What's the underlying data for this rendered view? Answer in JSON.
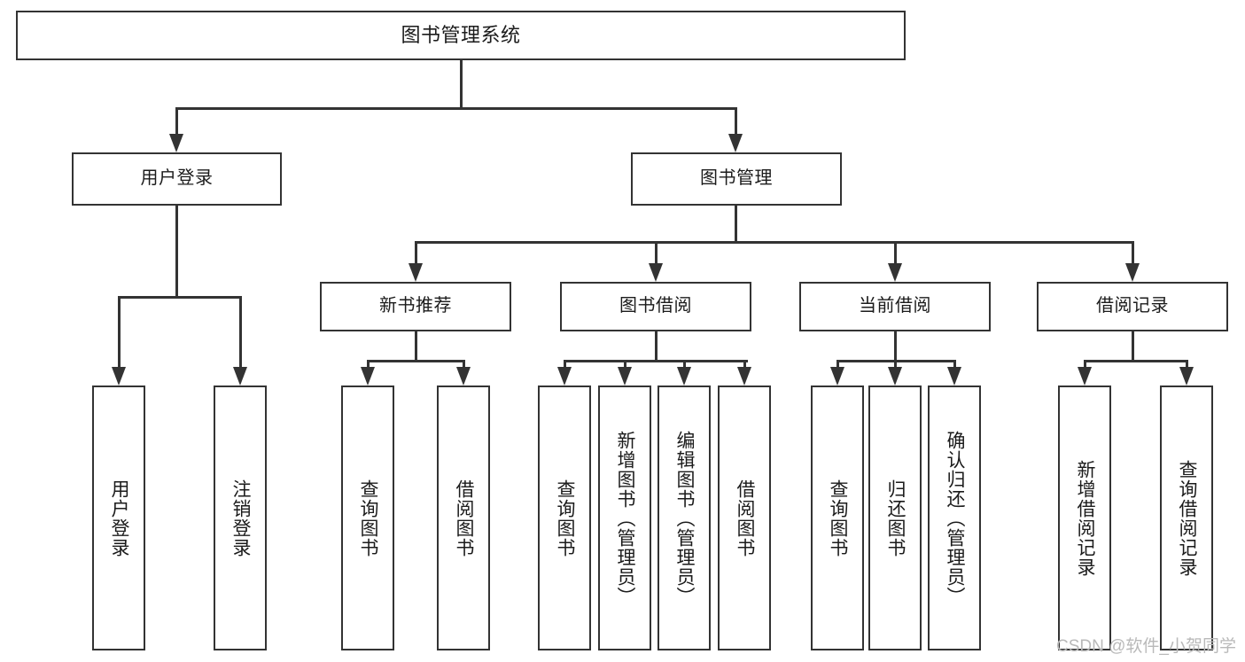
{
  "diagram": {
    "type": "tree-hierarchy-chart",
    "orientation": "top-down",
    "line_color": "#333333",
    "box_fill": "#ffffff",
    "text_color": "#1b1b1b"
  },
  "root": {
    "label": "图书管理系统"
  },
  "level1": [
    {
      "label": "用户登录"
    },
    {
      "label": "图书管理"
    }
  ],
  "level2": [
    {
      "label": "新书推荐"
    },
    {
      "label": "图书借阅"
    },
    {
      "label": "当前借阅"
    },
    {
      "label": "借阅记录"
    }
  ],
  "leaves": {
    "user_login": [
      {
        "label": "用户登录"
      },
      {
        "label": "注销登录"
      }
    ],
    "new_book_recommend": [
      {
        "label": "查询图书"
      },
      {
        "label": "借阅图书"
      }
    ],
    "book_borrow": [
      {
        "label": "查询图书"
      },
      {
        "label": "新增图书（管理员）"
      },
      {
        "label": "编辑图书（管理员）"
      },
      {
        "label": "借阅图书"
      }
    ],
    "current_borrow": [
      {
        "label": "查询图书"
      },
      {
        "label": "归还图书"
      },
      {
        "label": "确认归还（管理员）"
      }
    ],
    "borrow_record": [
      {
        "label": "新增借阅记录"
      },
      {
        "label": "查询借阅记录"
      }
    ]
  },
  "watermark": {
    "text": "CSDN @软件_小贺同学",
    "color": "#b9b9b9"
  }
}
